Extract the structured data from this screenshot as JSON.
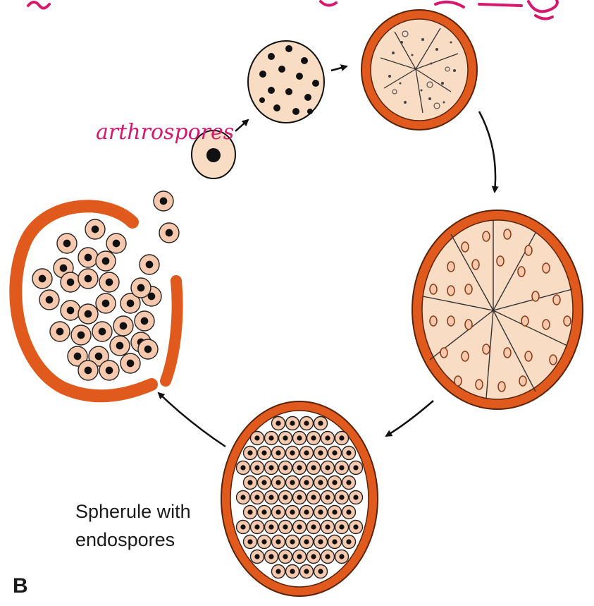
{
  "labels": {
    "stage_annotation": "arthrospores",
    "spherule_line1": "Spherule with",
    "spherule_line2": "endospores",
    "panel_letter": "B"
  },
  "colors": {
    "wall": "#e05a1e",
    "wall_edge": "#5a2308",
    "cytoplasm": "#f9dcc4",
    "spore": "#f6c8ad",
    "nucleus": "#111111",
    "handwriting": "#d6186f",
    "arrow": "#111111"
  }
}
